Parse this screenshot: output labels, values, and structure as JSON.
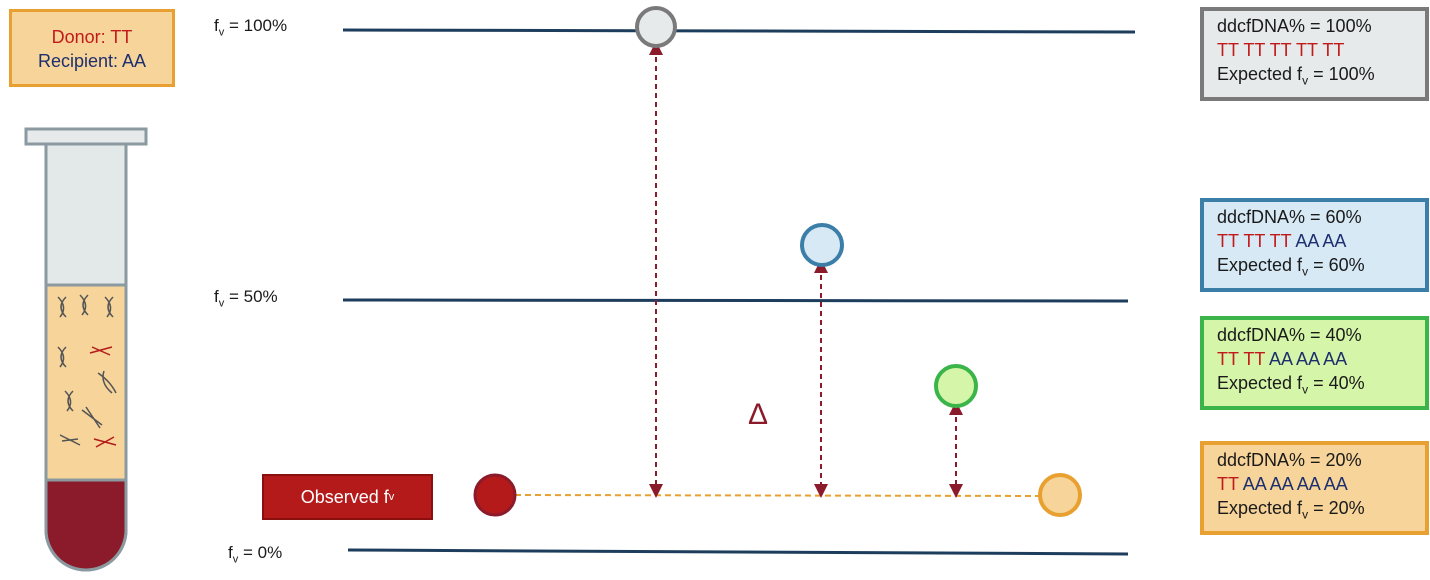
{
  "donor_box": {
    "donor_label": "Donor: TT",
    "recipient_label": "Recipient: AA"
  },
  "levels": {
    "f100": {
      "prefix": "f",
      "sub": "v",
      "suffix": " = 100%"
    },
    "f50": {
      "prefix": "f",
      "sub": "v",
      "suffix": " = 50%"
    },
    "f0": {
      "prefix": "f",
      "sub": "v",
      "suffix": " = 0%"
    }
  },
  "observed": {
    "prefix": "Observed f",
    "sub": "v"
  },
  "delta_symbol": "Δ",
  "info_boxes": [
    {
      "line1": "ddcfDNA% = 100%",
      "red": "TT TT TT TT TT",
      "blue": "",
      "exp_prefix": "Expected f",
      "exp_sub": "v",
      "exp_suffix": " = 100%"
    },
    {
      "line1": "ddcfDNA% = 60%",
      "red": "TT TT TT",
      "blue": "AA AA",
      "exp_prefix": "Expected f",
      "exp_sub": "v",
      "exp_suffix": " = 60%"
    },
    {
      "line1": "ddcfDNA% = 40%",
      "red": "TT TT",
      "blue": "AA AA AA",
      "exp_prefix": "Expected f",
      "exp_sub": "v",
      "exp_suffix": " = 40%"
    },
    {
      "line1": "ddcfDNA% = 20%",
      "red": "TT",
      "blue": "AA AA AA AA",
      "exp_prefix": "Expected f",
      "exp_sub": "v",
      "exp_suffix": " = 20%"
    }
  ],
  "colors": {
    "grey": "#7a7a7a",
    "grey_fill": "#e6eaea",
    "blue": "#3b7ea8",
    "blue_fill": "#d6e9f5",
    "green": "#3bb54a",
    "green_fill": "#d5f5a8",
    "orange": "#e8a030",
    "orange_fill": "#f6d49a",
    "dark_red": "#8b1a2a",
    "line": "#1d3d5c"
  }
}
